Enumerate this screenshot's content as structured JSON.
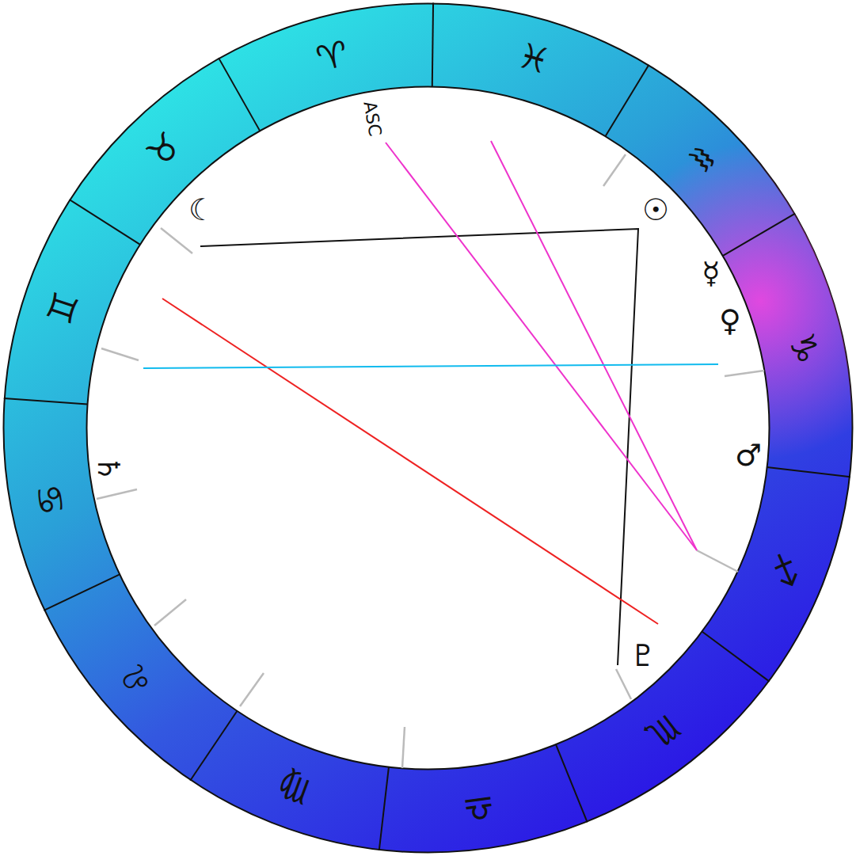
{
  "diagram": {
    "labels": [
      "♈",
      "♓",
      "ASC",
      "♉",
      "☾",
      "☉",
      "♒",
      "☿",
      "♊",
      "♀",
      "♑",
      "♄",
      "♋",
      "♂",
      "♐",
      "♇",
      "♌",
      "♏",
      "♍",
      "♎"
    ]
  }
}
